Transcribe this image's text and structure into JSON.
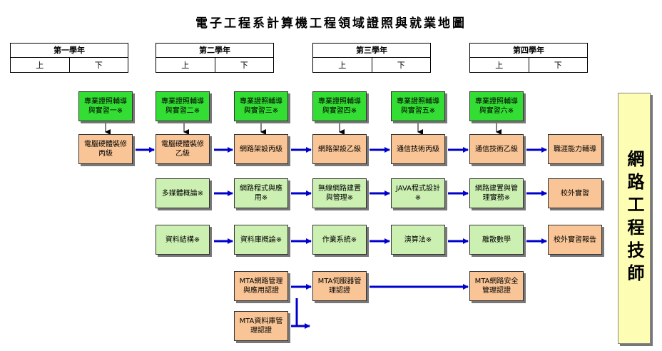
{
  "title": "電子工程系計算機工程領域證照與就業地圖",
  "years": [
    {
      "label": "第一學年",
      "upper": "上",
      "lower": "下"
    },
    {
      "label": "第二學年",
      "upper": "上",
      "lower": "下"
    },
    {
      "label": "第三學年",
      "upper": "上",
      "lower": "下"
    },
    {
      "label": "第四學年",
      "upper": "上",
      "lower": "下"
    }
  ],
  "practicum": [
    "專業證照輔導與實習一※",
    "專業證照輔導與實習二※",
    "專業證照輔導與實習三※",
    "專業證照輔導與實習四※",
    "專業證照輔導與實習五※",
    "專業證照輔導與實習六※"
  ],
  "row1": [
    "電腦硬體裝修丙級",
    "電腦硬體裝修乙級",
    "網路架設丙級",
    "網路架設乙級",
    "通信技術丙級",
    "通信技術乙級",
    "職涯能力輔導"
  ],
  "row2": [
    "多媒體概論※",
    "網路程式與應用※",
    "無線網路建置與管理※",
    "JAVA程式設計※",
    "網路建置與管理實務※",
    "校外實習"
  ],
  "row3": [
    "資料結構※",
    "資料庫概論※",
    "作業系統※",
    "演算法※",
    "離散數學",
    "校外實習報告"
  ],
  "mta": [
    "MTA網路管理與應用認證",
    "MTA伺服器管理認證",
    "MTA網路安全管理認證",
    "MTA資料庫管理認證"
  ],
  "career": "網路工程技師"
}
